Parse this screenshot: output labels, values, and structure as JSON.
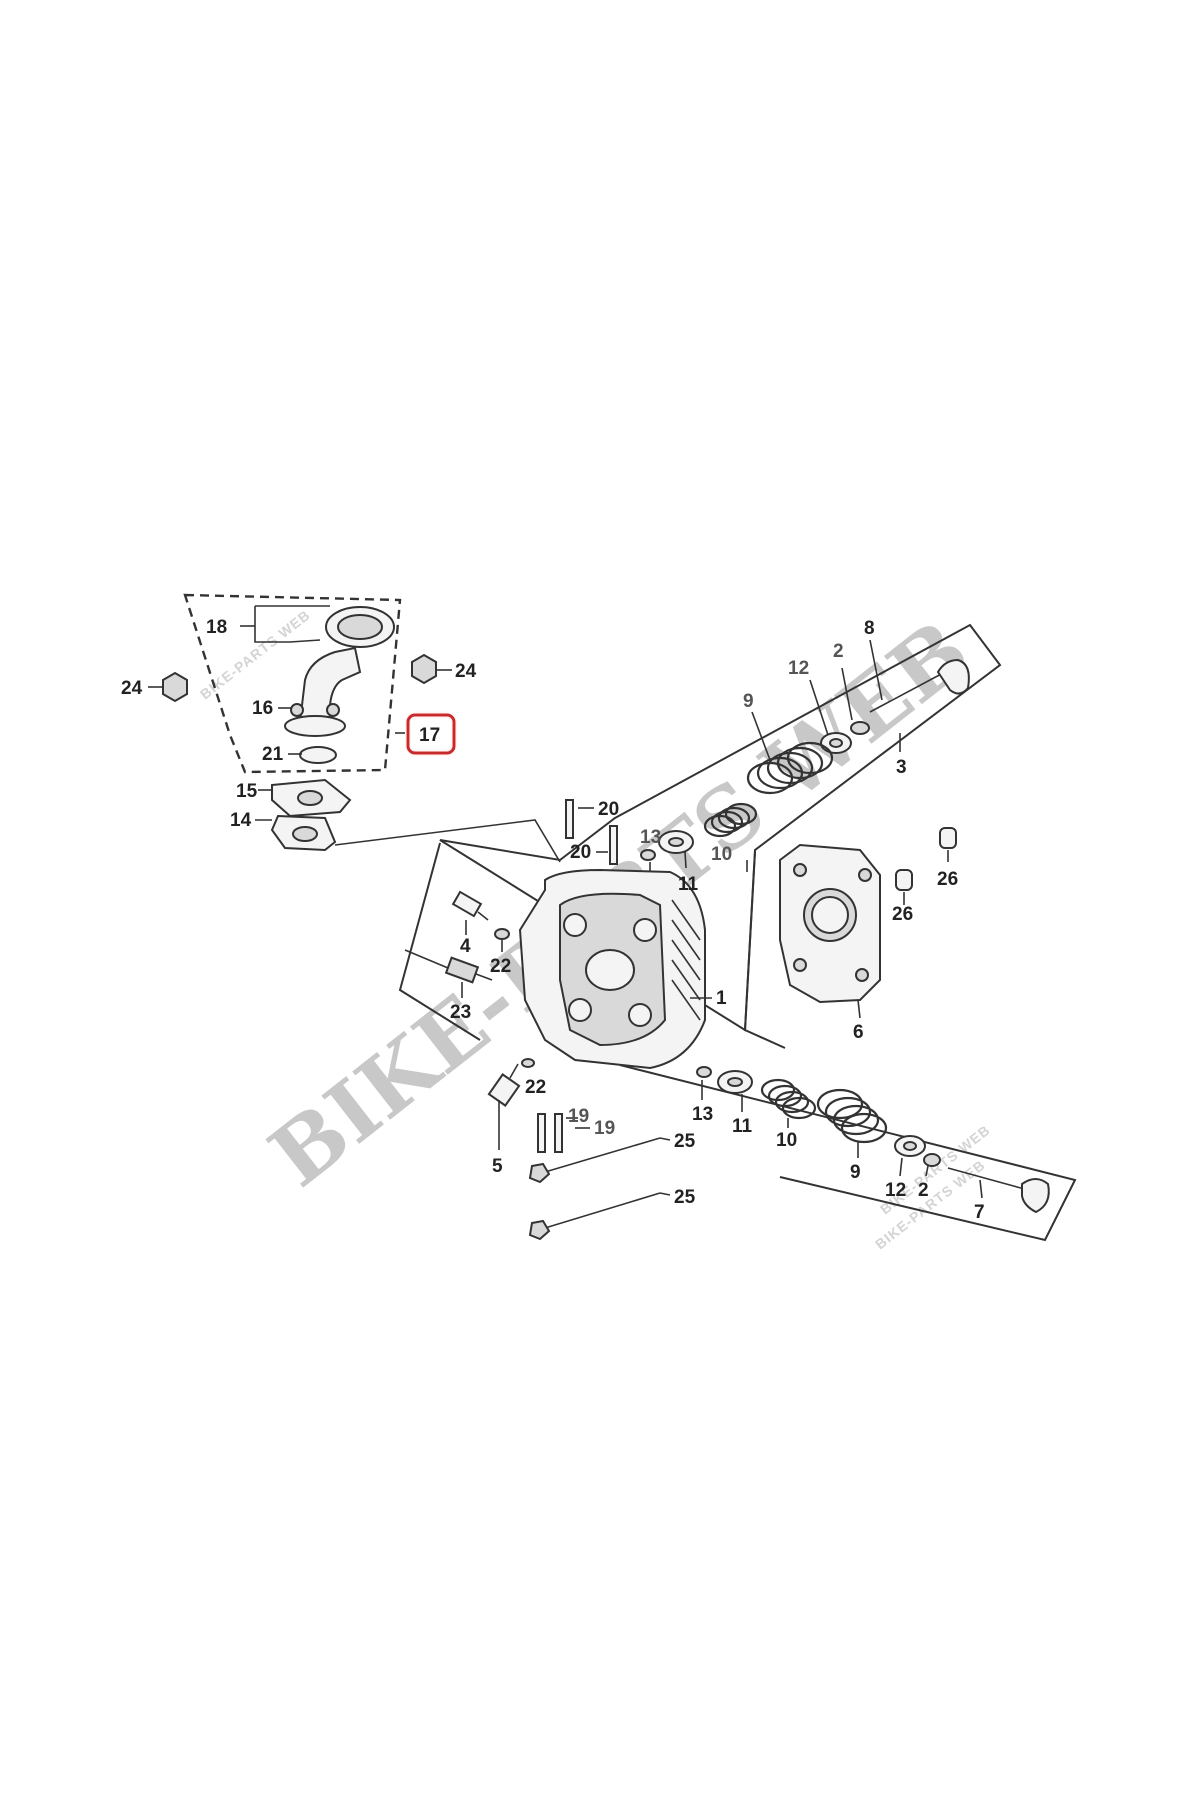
{
  "watermark": {
    "main": "BIKE-PARTS WEB",
    "small_1": "BIKE-PARTS WEB",
    "small_2": "BIKE-PARTS WEB",
    "small_3": "BIKE-PARTS WEB"
  },
  "highlight": {
    "color": "#e02020",
    "label": "17"
  },
  "labels": {
    "l1": "1",
    "l2a": "2",
    "l2b": "2",
    "l3": "3",
    "l4": "4",
    "l5": "5",
    "l6": "6",
    "l7": "7",
    "l8": "8",
    "l9a": "9",
    "l9b": "9",
    "l10a": "10",
    "l10b": "10",
    "l11a": "11",
    "l11b": "11",
    "l12a": "12",
    "l12b": "12",
    "l13a": "13",
    "l13b": "13",
    "l14": "14",
    "l15": "15",
    "l16": "16",
    "l18": "18",
    "l19a": "19",
    "l19b": "19",
    "l20a": "20",
    "l20b": "20",
    "l21": "21",
    "l22a": "22",
    "l22b": "22",
    "l23": "23",
    "l24a": "24",
    "l24b": "24",
    "l25a": "25",
    "l25b": "25",
    "l26a": "26",
    "l26b": "26"
  }
}
